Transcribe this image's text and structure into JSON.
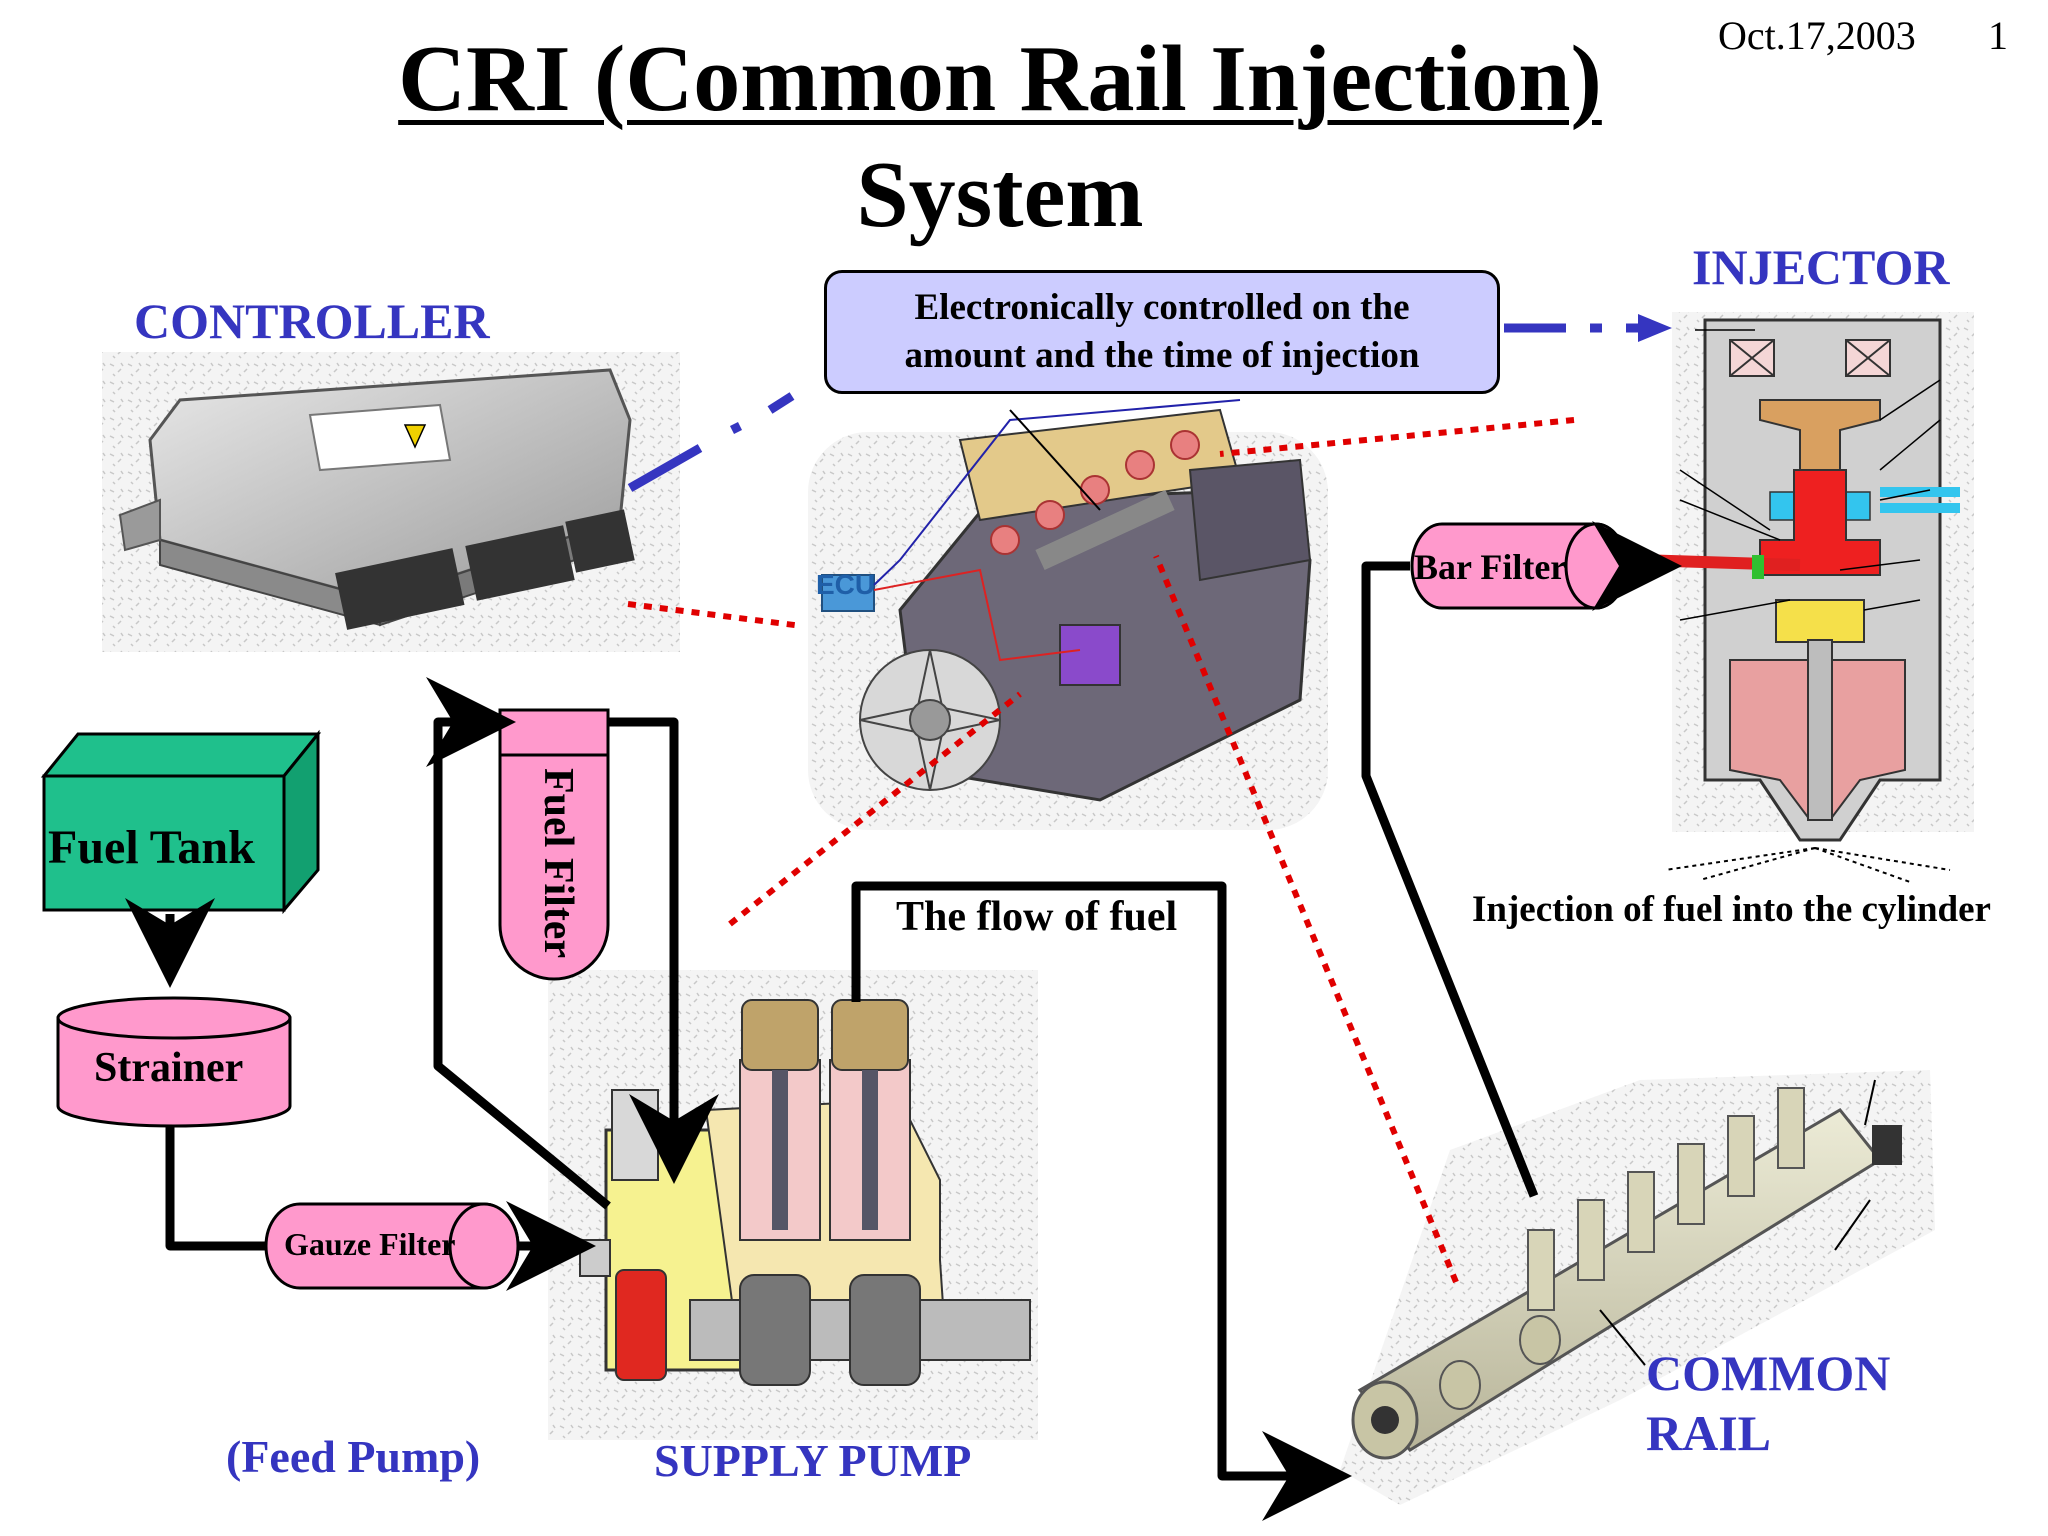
{
  "header": {
    "title_line1": "CRI (Common Rail Injection)",
    "title_line2": "System",
    "date": "Oct.17,2003",
    "page_number": "1"
  },
  "callout": {
    "line1": "Electronically controlled on the",
    "line2": "amount and the time of injection"
  },
  "labels": {
    "controller": "CONTROLLER",
    "injector": "INJECTOR",
    "ecu": "ECU",
    "fuel_tank": "Fuel Tank",
    "strainer": "Strainer",
    "fuel_filter": "Fuel Filter",
    "gauze_filter": "Gauze Filter",
    "bar_filter": "Bar Filter",
    "flow_of_fuel": "The flow of fuel",
    "injection_note": "Injection of fuel into the cylinder",
    "feed_pump": "(Feed Pump)",
    "supply_pump": "SUPPLY PUMP",
    "common_rail_line1": "COMMON",
    "common_rail_line2": "RAIL"
  },
  "colors": {
    "label_blue": "#3535c0",
    "callout_fill": "#ccccff",
    "filter_pink": "#ff99cc",
    "tank_green": "#1fc08c",
    "pipe_black": "#000000",
    "signal_red": "#e00000",
    "link_blue": "#3535c0"
  }
}
